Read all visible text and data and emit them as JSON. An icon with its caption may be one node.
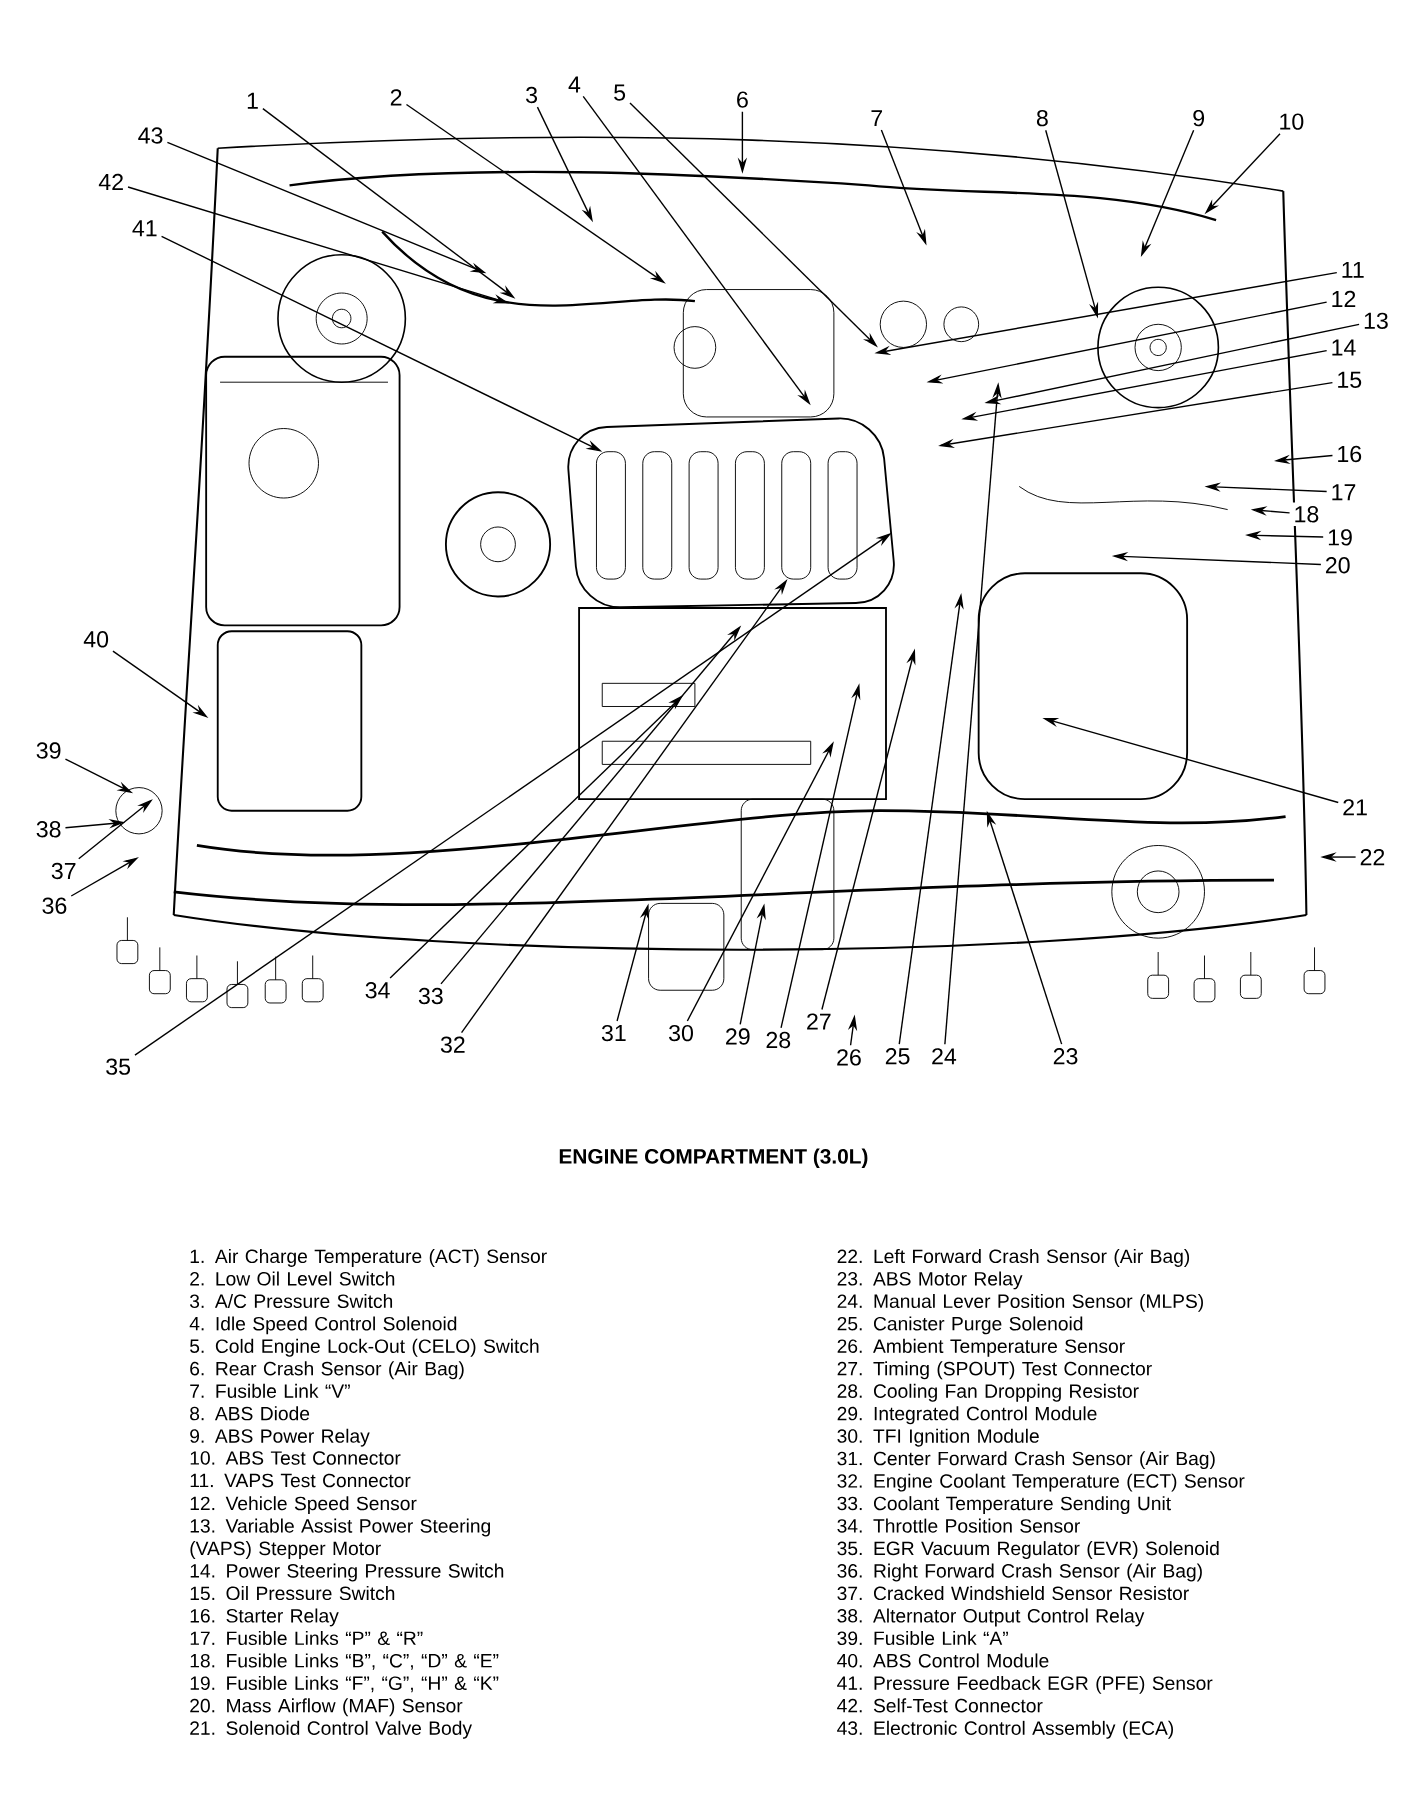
{
  "diagram": {
    "title": "ENGINE COMPARTMENT (3.0L)",
    "nodes": [
      {
        "text": [
          "1"
        ]
      },
      {
        "text": [
          "2"
        ]
      },
      {
        "text": [
          "3"
        ]
      },
      {
        "text": [
          "4"
        ]
      },
      {
        "text": [
          "5"
        ]
      },
      {
        "text": [
          "6"
        ]
      },
      {
        "text": [
          "7"
        ]
      },
      {
        "text": [
          "8"
        ]
      },
      {
        "text": [
          "9"
        ]
      },
      {
        "text": [
          "10"
        ]
      },
      {
        "text": [
          "11"
        ]
      },
      {
        "text": [
          "12"
        ]
      },
      {
        "text": [
          "13"
        ]
      },
      {
        "text": [
          "14"
        ]
      },
      {
        "text": [
          "15"
        ]
      },
      {
        "text": [
          "16"
        ]
      },
      {
        "text": [
          "17"
        ]
      },
      {
        "text": [
          "18"
        ]
      },
      {
        "text": [
          "19"
        ]
      },
      {
        "text": [
          "20"
        ]
      },
      {
        "text": [
          "21"
        ]
      },
      {
        "text": [
          "22"
        ]
      },
      {
        "text": [
          "23"
        ]
      },
      {
        "text": [
          "24"
        ]
      },
      {
        "text": [
          "25"
        ]
      },
      {
        "text": [
          "26"
        ]
      },
      {
        "text": [
          "27"
        ]
      },
      {
        "text": [
          "28"
        ]
      },
      {
        "text": [
          "29"
        ]
      },
      {
        "text": [
          "30"
        ]
      },
      {
        "text": [
          "31"
        ]
      },
      {
        "text": [
          "32"
        ]
      },
      {
        "text": [
          "33"
        ]
      },
      {
        "text": [
          "34"
        ]
      },
      {
        "text": [
          "35"
        ]
      },
      {
        "text": [
          "36"
        ]
      },
      {
        "text": [
          "37"
        ]
      },
      {
        "text": [
          "38"
        ]
      },
      {
        "text": [
          "39"
        ]
      },
      {
        "text": [
          "40"
        ]
      },
      {
        "text": [
          "41"
        ]
      },
      {
        "text": [
          "42"
        ]
      },
      {
        "text": [
          "43"
        ]
      }
    ],
    "edges": [
      {
        "from": 0,
        "to": null,
        "arrow": "to"
      },
      {
        "from": 1,
        "to": null,
        "arrow": "to"
      },
      {
        "from": 2,
        "to": null,
        "arrow": "to"
      },
      {
        "from": 3,
        "to": null,
        "arrow": "to"
      },
      {
        "from": 4,
        "to": null,
        "arrow": "to"
      },
      {
        "from": 5,
        "to": null,
        "arrow": "to"
      },
      {
        "from": 6,
        "to": null,
        "arrow": "to"
      },
      {
        "from": 7,
        "to": null,
        "arrow": "to"
      },
      {
        "from": 8,
        "to": null,
        "arrow": "to"
      },
      {
        "from": 9,
        "to": null,
        "arrow": "to"
      },
      {
        "from": 10,
        "to": null,
        "arrow": "to"
      },
      {
        "from": 11,
        "to": null,
        "arrow": "to"
      },
      {
        "from": 12,
        "to": null,
        "arrow": "to"
      },
      {
        "from": 13,
        "to": null,
        "arrow": "to"
      },
      {
        "from": 14,
        "to": null,
        "arrow": "to"
      },
      {
        "from": 15,
        "to": null,
        "arrow": "to"
      },
      {
        "from": 16,
        "to": null,
        "arrow": "to"
      },
      {
        "from": 17,
        "to": null,
        "arrow": "to"
      },
      {
        "from": 18,
        "to": null,
        "arrow": "to"
      },
      {
        "from": 19,
        "to": null,
        "arrow": "to"
      },
      {
        "from": 20,
        "to": null,
        "arrow": "to"
      },
      {
        "from": 21,
        "to": null,
        "arrow": "to"
      },
      {
        "from": 22,
        "to": null,
        "arrow": "to"
      },
      {
        "from": 23,
        "to": null,
        "arrow": "to"
      },
      {
        "from": 24,
        "to": null,
        "arrow": "to"
      },
      {
        "from": 25,
        "to": null,
        "arrow": "to"
      },
      {
        "from": 26,
        "to": null,
        "arrow": "to"
      },
      {
        "from": 27,
        "to": null,
        "arrow": "to"
      },
      {
        "from": 28,
        "to": null,
        "arrow": "to"
      },
      {
        "from": 29,
        "to": null,
        "arrow": "to"
      },
      {
        "from": 30,
        "to": null,
        "arrow": "to"
      },
      {
        "from": 31,
        "to": null,
        "arrow": "to"
      },
      {
        "from": 32,
        "to": null,
        "arrow": "to"
      },
      {
        "from": 33,
        "to": null,
        "arrow": "to"
      },
      {
        "from": 34,
        "to": null,
        "arrow": "to"
      },
      {
        "from": 35,
        "to": null,
        "arrow": "to"
      },
      {
        "from": 36,
        "to": null,
        "arrow": "to"
      },
      {
        "from": 37,
        "to": null,
        "arrow": "to"
      },
      {
        "from": 38,
        "to": null,
        "arrow": "to"
      },
      {
        "from": 39,
        "to": null,
        "arrow": "to"
      },
      {
        "from": 40,
        "to": null,
        "arrow": "to"
      },
      {
        "from": 41,
        "to": null,
        "arrow": "to"
      },
      {
        "from": 42,
        "to": null,
        "arrow": "to"
      }
    ],
    "labels": [
      "1. Air Charge Temperature (ACT) Sensor",
      "2. Low Oil Level Switch",
      "3. A/C Pressure Switch",
      "4. Idle Speed Control Solenoid",
      "5. Cold Engine Lock-Out (CELO) Switch",
      "6. Rear Crash Sensor (Air Bag)",
      "7. Fusible Link “V”",
      "8. ABS Diode",
      "9. ABS Power Relay",
      "10. ABS Test Connector",
      "11. VAPS Test Connector",
      "12. Vehicle Speed Sensor",
      "13. Variable Assist Power Steering (VAPS) Stepper Motor",
      "14. Power Steering Pressure Switch",
      "15. Oil Pressure Switch",
      "16. Starter Relay",
      "17. Fusible Links “P” & “R”",
      "18. Fusible Links “B”, “C”, “D” & “E”",
      "19. Fusible Links “F”, “G”, “H” & “K”",
      "20. Mass Airflow (MAF) Sensor",
      "21. Solenoid Control Valve Body",
      "22. Left Forward Crash Sensor (Air Bag)",
      "23. ABS Motor Relay",
      "24. Manual Lever Position Sensor (MLPS)",
      "25. Canister Purge Solenoid",
      "26. Ambient Temperature Sensor",
      "27. Timing (SPOUT) Test Connector",
      "28. Cooling Fan Dropping Resistor",
      "29. Integrated Control Module",
      "30. TFI Ignition Module",
      "31. Center Forward Crash Sensor (Air Bag)",
      "32. Engine Coolant Temperature (ECT) Sensor",
      "33. Coolant Temperature Sending Unit",
      "34. Throttle Position Sensor",
      "35. EGR Vacuum Regulator (EVR) Solenoid",
      "36. Right Forward Crash Sensor (Air Bag)",
      "37. Cracked Windshield Sensor Resistor",
      "38. Alternator Output Control Relay",
      "39. Fusible Link “A”",
      "40. ABS Control Module",
      "41. Pressure Feedback EGR (PFE) Sensor",
      "42. Self-Test Connector",
      "43. Electronic Control Assembly (ECA)"
    ]
  }
}
